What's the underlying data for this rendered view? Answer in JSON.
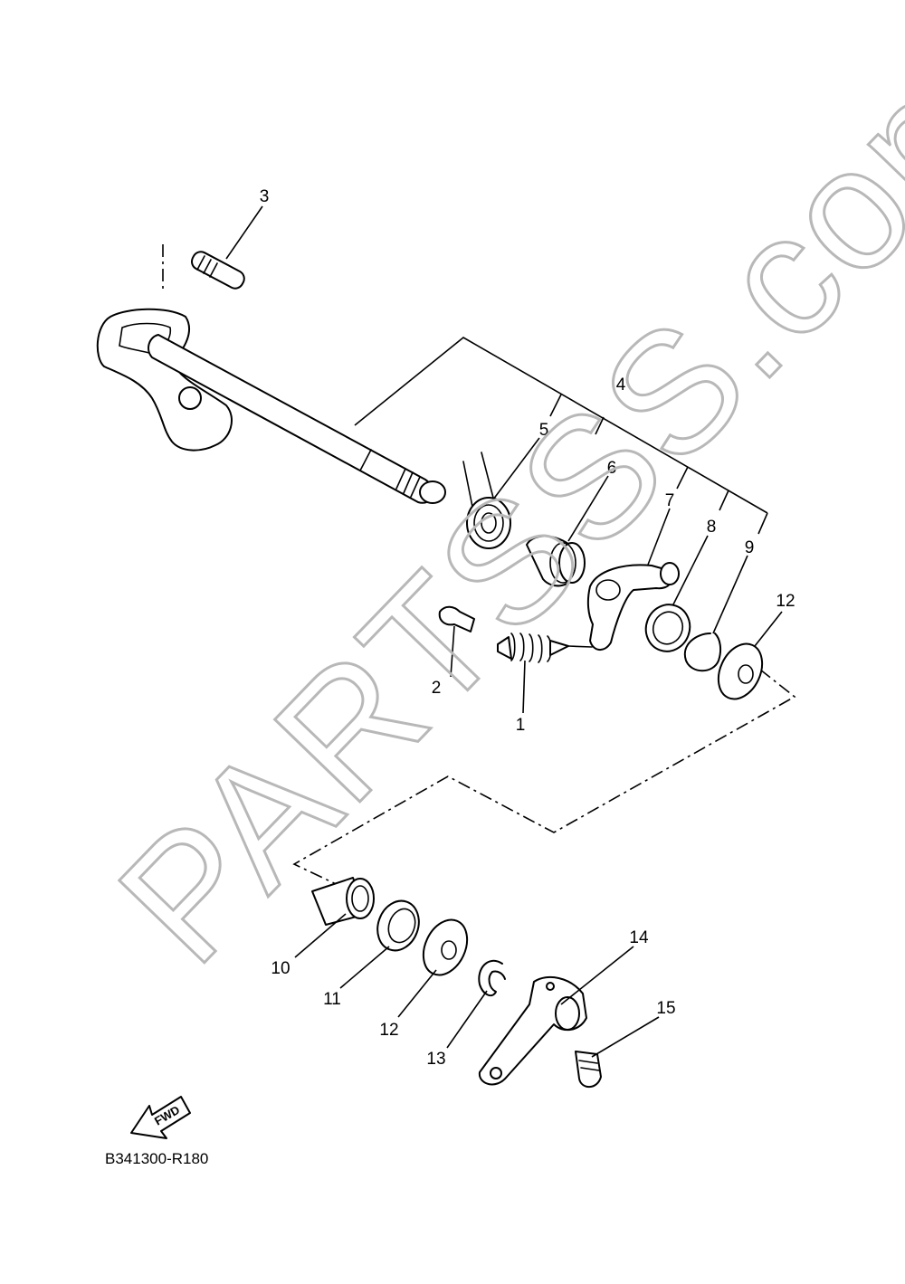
{
  "diagram": {
    "watermark": "PARTSSS.com",
    "code": "B341300-R180",
    "fwd_label": "FWD",
    "callouts": [
      "1",
      "2",
      "3",
      "4",
      "5",
      "6",
      "7",
      "8",
      "9",
      "10",
      "11",
      "12",
      "12",
      "13",
      "14",
      "15"
    ]
  }
}
